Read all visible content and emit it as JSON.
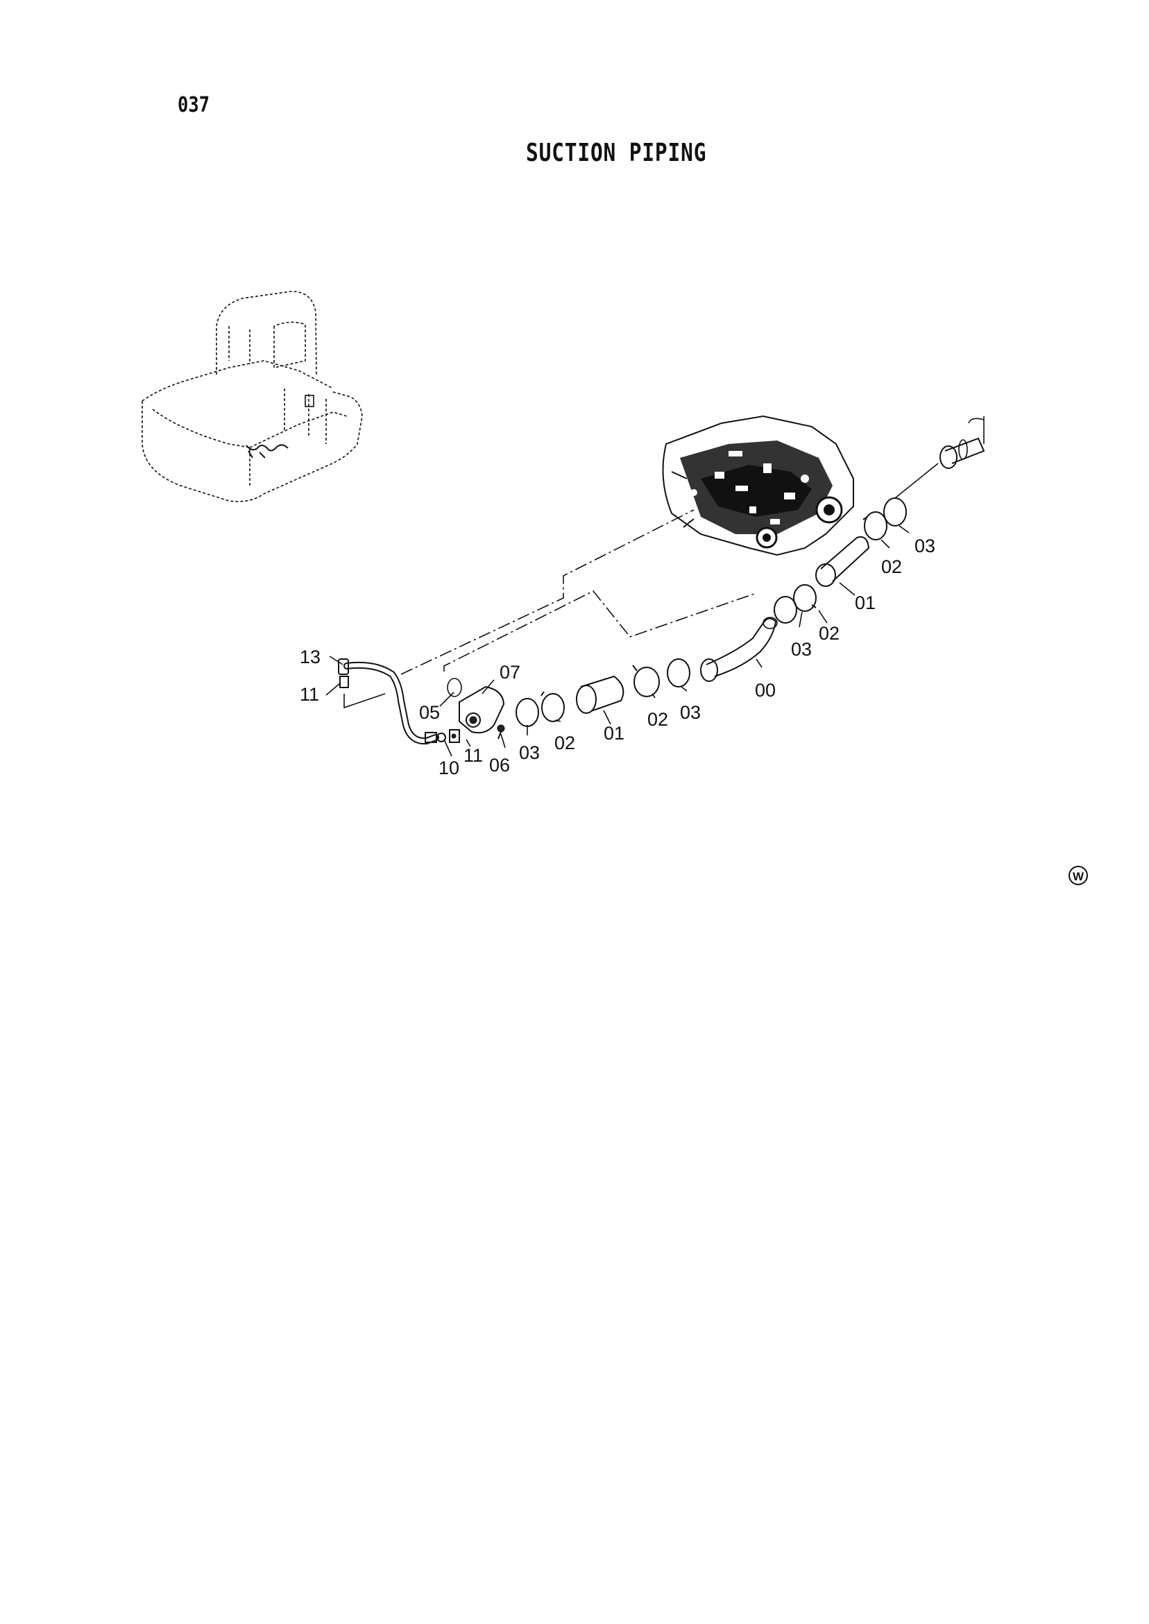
{
  "page_number": "037",
  "title": "SUCTION PIPING",
  "callouts": {
    "c13": "13",
    "c11a": "11",
    "c05": "05",
    "c07": "07",
    "c10": "10",
    "c11b": "11",
    "c06": "06",
    "c03a": "03",
    "c02a": "02",
    "c01a": "01",
    "c02b": "02",
    "c03b": "03",
    "c00": "00",
    "c03c": "03",
    "c02c": "02",
    "c01b": "01",
    "c02d": "02",
    "c03d": "03"
  },
  "mark": "W"
}
